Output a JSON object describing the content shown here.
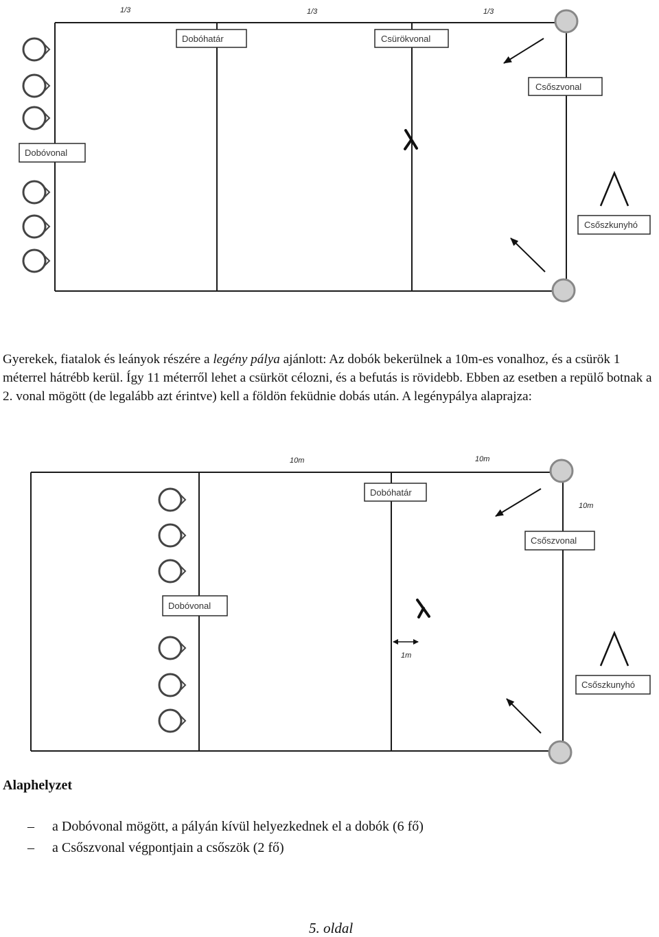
{
  "diagram1": {
    "thirds": [
      "1/3",
      "1/3",
      "1/3"
    ],
    "labels": {
      "dobohatar": "Dobóhatár",
      "csurokvonal": "Csürökvonal",
      "csoszvonal": "Csőszvonal",
      "dobovonal": "Dobóvonal",
      "csoszkunyho": "Csőszkunyhó"
    }
  },
  "paragraph": {
    "part1": "Gyerekek, fiatalok és leányok részére a ",
    "emphasis": "legény pálya",
    "part2": " ajánlott:  Az dobók bekerülnek a 10m-es vonalhoz, és a csürök 1 méterrel hátrébb kerül. Így 11 méterről lehet a csürköt célozni, és a befutás is rövidebb. Ebben az esetben a repülő botnak a 2. vonal mögött (de legalább azt érintve) kell a földön feküdnie dobás után. A legénypálya alaprajza:"
  },
  "diagram2": {
    "dims": {
      "top_a": "10m",
      "top_b": "10m",
      "right": "10m",
      "gap": "1m"
    },
    "labels": {
      "dobohatar": "Dobóhatár",
      "csoszvonal": "Csőszvonal",
      "dobovonal": "Dobóvonal",
      "csoszkunyho": "Csőszkunyhó"
    }
  },
  "section": {
    "heading": "Alaphelyzet",
    "items": [
      "a Dobóvonal mögött, a pályán kívül helyezkednek el a dobók (6 fő)",
      "a Csőszvonal végpontjain a csőszök (2 fő)"
    ],
    "bullet": "–"
  },
  "footer": {
    "page": "5. oldal"
  },
  "colors": {
    "line": "#1a1a1a",
    "player_fill": "#cfcfcf",
    "label_border": "#2a2a2a"
  }
}
